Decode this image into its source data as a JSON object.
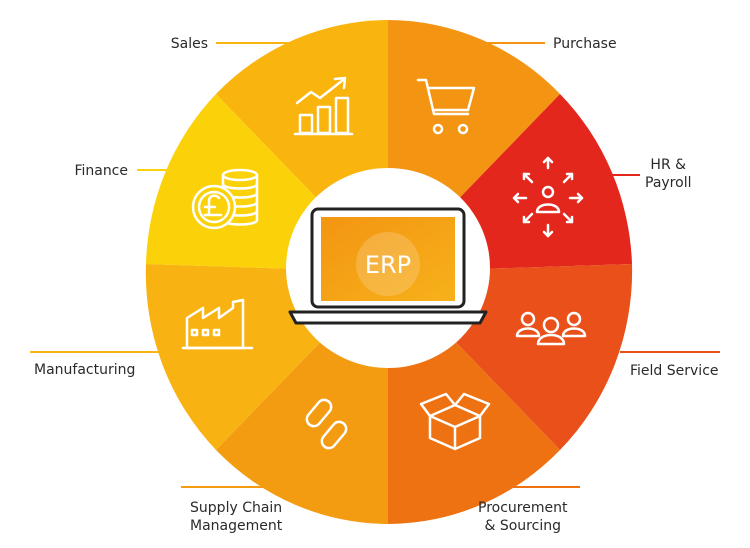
{
  "center": {
    "label": "ERP"
  },
  "modules": [
    {
      "id": "sales",
      "label": "Sales",
      "icon": "growth-chart-icon",
      "color": "#F9B40E"
    },
    {
      "id": "purchase",
      "label": "Purchase",
      "icon": "shopping-cart-icon",
      "color": "#F39512"
    },
    {
      "id": "hr-payroll",
      "label_lines": [
        "HR &",
        "Payroll"
      ],
      "icon": "hr-network-icon",
      "color": "#E3271C"
    },
    {
      "id": "field-service",
      "label": "Field Service",
      "icon": "team-people-icon",
      "color": "#E9501A"
    },
    {
      "id": "procurement",
      "label_lines": [
        "Procurement",
        "& Sourcing"
      ],
      "icon": "open-box-icon",
      "color": "#EE7112"
    },
    {
      "id": "supply-chain",
      "label_lines": [
        "Supply Chain",
        "Management"
      ],
      "icon": "chain-link-icon",
      "color": "#F39C12"
    },
    {
      "id": "manufacturing",
      "label": "Manufacturing",
      "icon": "factory-icon",
      "color": "#F8B211"
    },
    {
      "id": "finance",
      "label": "Finance",
      "icon": "coins-pound-icon",
      "color": "#FBD10A"
    }
  ],
  "accent": "#F39512"
}
